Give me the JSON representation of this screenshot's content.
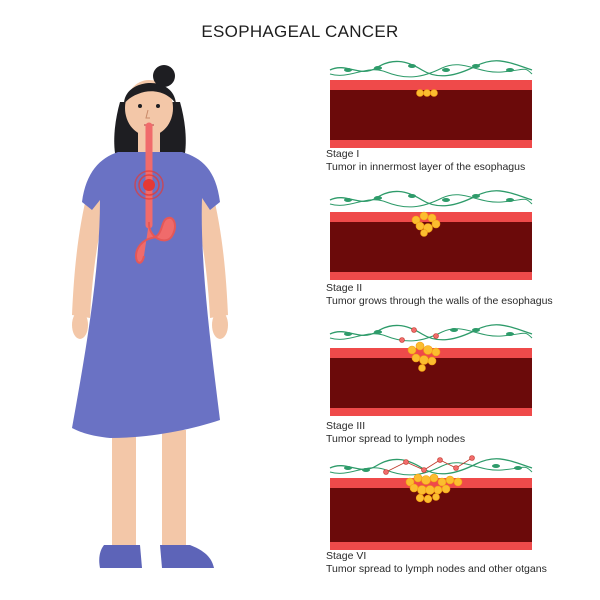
{
  "title": "ESOPHAGEAL CANCER",
  "colors": {
    "wall_outer": "#ef4a4a",
    "wall_inner": "#6b0a0a",
    "tumor": "#fbbd2f",
    "tumor_edge": "#f39c12",
    "lymph_vessel": "#2e9b6a",
    "dress": "#6a72c4",
    "skin": "#f3c7a8",
    "hair": "#1e1e22",
    "esophagus": "#f06b6b"
  },
  "stages": [
    {
      "title": "Stage I",
      "description": "Tumor in innermost layer of the esophagus"
    },
    {
      "title": "Stage II",
      "description": "Tumor grows through the walls of the esophagus"
    },
    {
      "title": "Stage III",
      "description": "Tumor spread to lymph nodes"
    },
    {
      "title": "Stage VI",
      "description": "Tumor spread to lymph nodes and other otgans"
    }
  ]
}
